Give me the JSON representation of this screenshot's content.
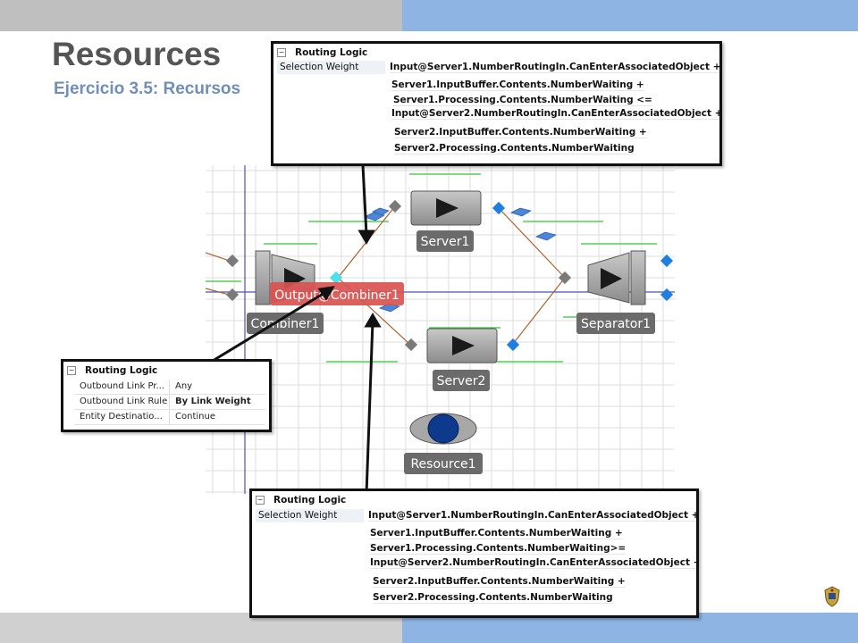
{
  "slide": {
    "title": "Resources",
    "subtitle": "Ejercicio 3.5: Recursos"
  },
  "model": {
    "labels": {
      "server1": "Server1",
      "server2": "Server2",
      "combiner": "Combiner1",
      "separator": "Separator1",
      "resource": "Resource1",
      "output_node": "Output@Combiner1"
    }
  },
  "panel_top": {
    "header": "Routing Logic",
    "row_label": "Selection Weight",
    "expressions": [
      "Input@Server1.NumberRoutingIn.CanEnterAssociatedObject +",
      "Server1.InputBuffer.Contents.NumberWaiting +",
      "Server1.Processing.Contents.NumberWaiting <=",
      "Input@Server2.NumberRoutingIn.CanEnterAssociatedObject +",
      "Server2.InputBuffer.Contents.NumberWaiting +",
      "Server2.Processing.Contents.NumberWaiting"
    ]
  },
  "panel_left": {
    "header": "Routing Logic",
    "rows": [
      {
        "key": "Outbound Link Pr...",
        "value": "Any"
      },
      {
        "key": "Outbound Link Rule",
        "value": "By Link Weight"
      },
      {
        "key": "Entity Destinatio...",
        "value": "Continue"
      }
    ]
  },
  "panel_bottom": {
    "header": "Routing Logic",
    "row_label": "Selection Weight",
    "expressions": [
      "Input@Server1.NumberRoutingIn.CanEnterAssociatedObject +",
      "Server1.InputBuffer.Contents.NumberWaiting +",
      "Server1.Processing.Contents.NumberWaiting>=",
      "Input@Server2.NumberRoutingIn.CanEnterAssociatedObject +",
      "Server2.InputBuffer.Contents.NumberWaiting +",
      "Server2.Processing.Contents.NumberWaiting"
    ]
  },
  "colors": {
    "band_gray": "#bfbfbf",
    "band_blue": "#8eb4e3",
    "title": "#555555",
    "subtitle": "#6f8fb8",
    "node_blue": "#1e7fe0",
    "node_gray": "#777777",
    "output_highlight": "#d9534f",
    "resource_fill": "#0d3a8c"
  }
}
